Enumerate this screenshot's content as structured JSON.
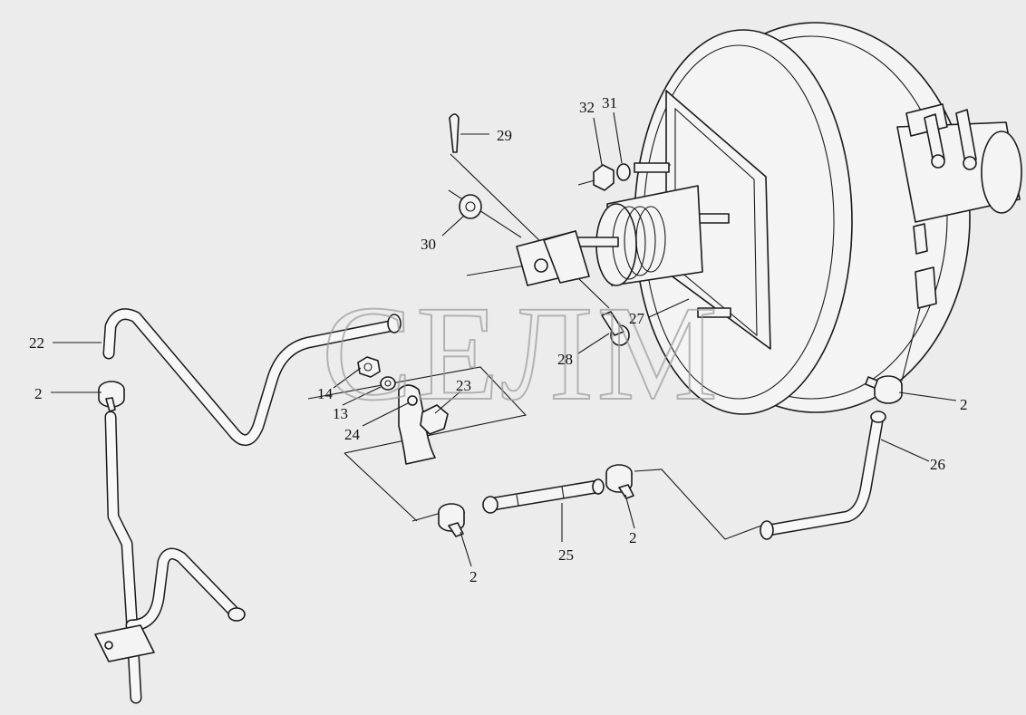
{
  "watermark": "СЕЛМ",
  "callouts": {
    "c2a": "2",
    "c2b": "2",
    "c2c": "2",
    "c2d": "2",
    "c13": "13",
    "c14": "14",
    "c22": "22",
    "c23": "23",
    "c24": "24",
    "c25": "25",
    "c26": "26",
    "c27": "27",
    "c28": "28",
    "c29": "29",
    "c30": "30",
    "c31": "31",
    "c32": "32"
  }
}
